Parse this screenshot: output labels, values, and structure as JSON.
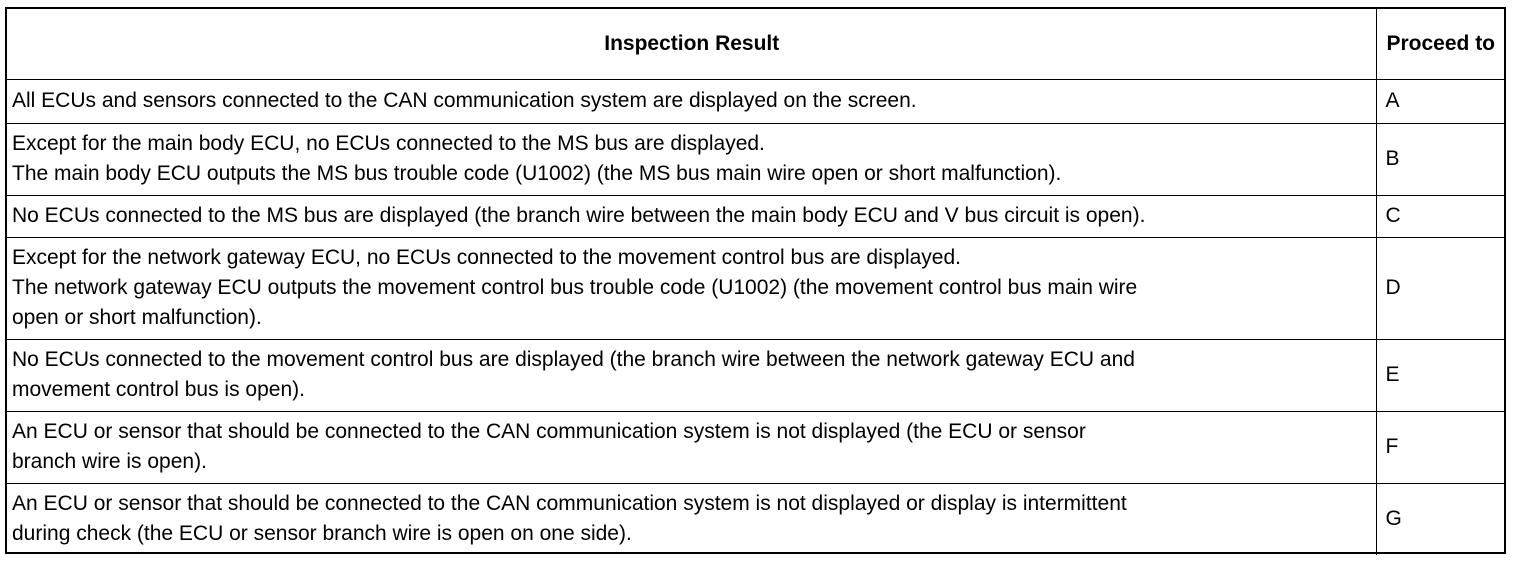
{
  "table": {
    "headers": {
      "inspection_result": "Inspection Result",
      "proceed_to": "Proceed to"
    },
    "rows": [
      {
        "result_lines": [
          "All ECUs and sensors connected to the CAN communication system are displayed on the screen."
        ],
        "proceed": "A"
      },
      {
        "result_lines": [
          "Except for the main body ECU, no ECUs connected to the MS bus are displayed.",
          "The main body ECU outputs the MS bus trouble code (U1002) (the MS bus main wire open or short malfunction)."
        ],
        "proceed": "B"
      },
      {
        "result_lines": [
          "No ECUs connected to the MS bus are displayed (the branch wire between the main body ECU and V bus circuit is open)."
        ],
        "proceed": "C"
      },
      {
        "result_lines": [
          "Except for the network gateway ECU, no ECUs connected to the movement control bus are displayed.",
          "The network gateway ECU outputs the movement control bus trouble code (U1002) (the movement control bus main wire",
          "open or short malfunction)."
        ],
        "proceed": "D"
      },
      {
        "result_lines": [
          "No ECUs connected to the movement control bus are displayed (the branch wire between the network gateway ECU and",
          "movement control bus is open)."
        ],
        "proceed": "E"
      },
      {
        "result_lines": [
          "An ECU or sensor that should be connected to the CAN communication system is not displayed (the ECU or sensor",
          "branch wire is open)."
        ],
        "proceed": "F"
      },
      {
        "result_lines": [
          "An ECU or sensor that should be connected to the CAN communication system is not displayed or display is intermittent",
          "during check (the ECU or sensor branch wire is open on one side)."
        ],
        "proceed": "G"
      }
    ]
  }
}
